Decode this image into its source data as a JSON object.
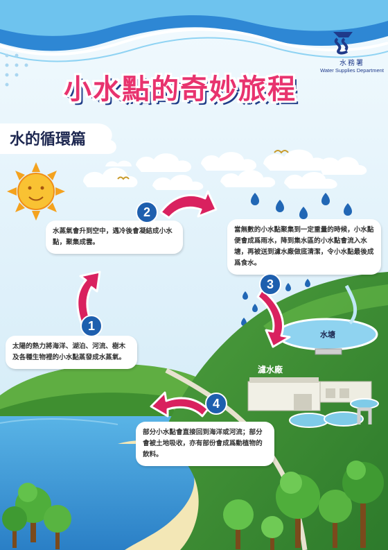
{
  "title": "小水點的奇妙旅程",
  "subtitle": "水的循環篇",
  "logo": {
    "zh": "水務署",
    "en": "Water Supplies Department"
  },
  "steps": [
    {
      "number": "1",
      "text": "太陽的熱力將海洋、湖泊、河流、樹木及各種生物裡的小水點蒸發成水蒸氣。"
    },
    {
      "number": "2",
      "text": "水蒸氣會升到空中，遇冷後會凝結成小水點，聚集成雲。"
    },
    {
      "number": "3",
      "text": "當無數的小水點聚集到一定重量的時候，小水點便會成爲雨水，降到集水區的小水點會流入水塘，再被送到濾水廠做底清潔，令小水點最後成爲食水。"
    },
    {
      "number": "4",
      "text": "部分小水點會直接回到海洋或河流；部分會被土地吸收，亦有部份會成爲動植物的飲料。"
    }
  ],
  "labels": {
    "reservoir": "水塘",
    "treatment_plant": "濾水廠"
  },
  "colors": {
    "title": "#e8336e",
    "title_shadow": "#1f3c88",
    "arrow": "#d9215f",
    "badge": "#1e5fae",
    "sky": "#d8eef8"
  }
}
